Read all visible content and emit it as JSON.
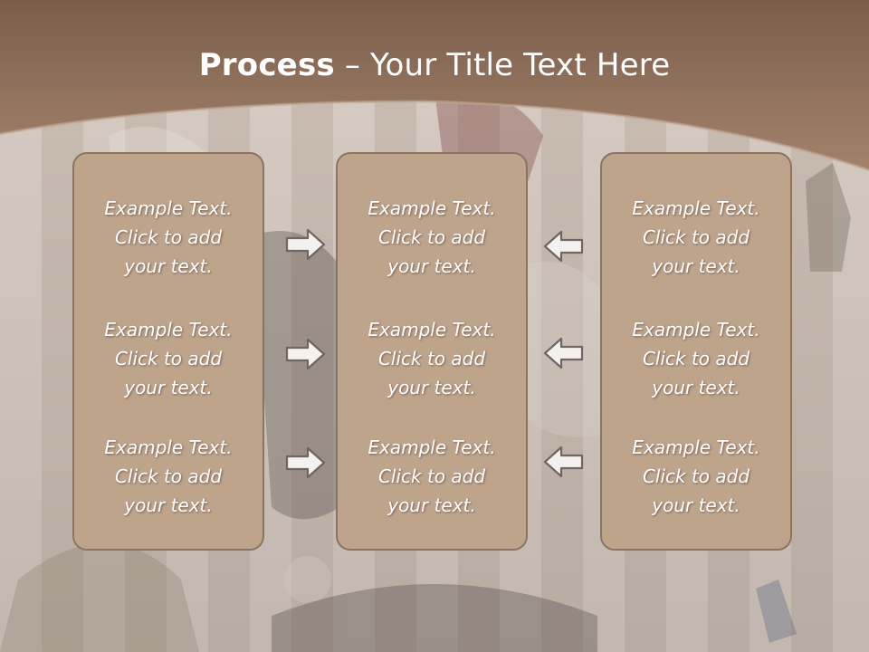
{
  "slide": {
    "title_bold": "Process",
    "title_rest": " – Your Title Text Here"
  },
  "panels": [
    {
      "items": [
        {
          "line1": "Example Text.",
          "line2": "Click  to add",
          "line3": "your text."
        },
        {
          "line1": "Example Text.",
          "line2": "Click  to add",
          "line3": "your text."
        },
        {
          "line1": "Example Text.",
          "line2": "Click  to add",
          "line3": "your text."
        }
      ]
    },
    {
      "items": [
        {
          "line1": "Example Text.",
          "line2": "Click  to add",
          "line3": "your text."
        },
        {
          "line1": "Example Text.",
          "line2": "Click  to add",
          "line3": "your text."
        },
        {
          "line1": "Example Text.",
          "line2": "Click  to add",
          "line3": "your text."
        }
      ]
    },
    {
      "items": [
        {
          "line1": "Example Text.",
          "line2": "Click  to add",
          "line3": "your text."
        },
        {
          "line1": "Example Text.",
          "line2": "Click  to add",
          "line3": "your text."
        },
        {
          "line1": "Example Text.",
          "line2": "Click  to add",
          "line3": "your text."
        }
      ]
    }
  ],
  "arrows": {
    "left_column": "arrow-right-icon",
    "right_column": "arrow-left-icon"
  },
  "colors": {
    "header": "#8c6c58",
    "panel_fill": "#bfa48c",
    "panel_border": "#8a7565",
    "text": "#ffffff"
  }
}
